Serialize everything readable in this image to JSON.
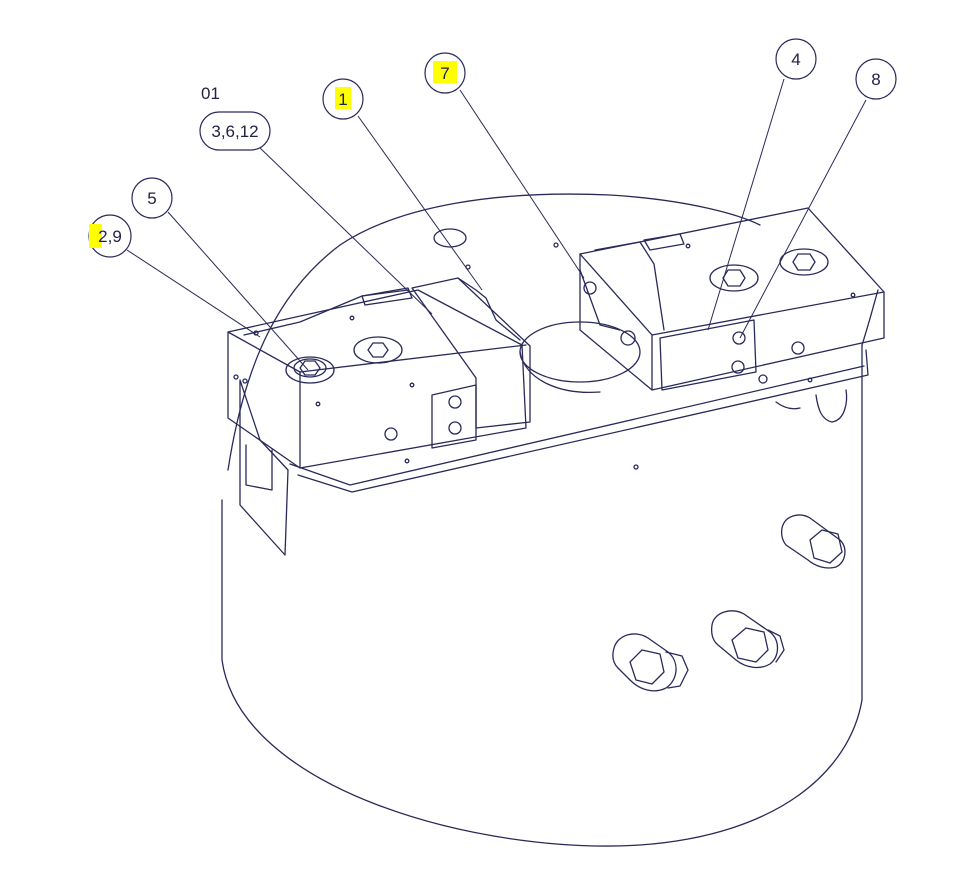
{
  "drawing": {
    "top_label": "01",
    "highlight_color": "#ffff00",
    "line_color": "#2a2a5a",
    "callouts": [
      {
        "id": "c-3-6-12",
        "text": "3,6,12",
        "highlighted": false
      },
      {
        "id": "c-1",
        "text": "1",
        "highlighted": true
      },
      {
        "id": "c-7",
        "text": "7",
        "highlighted": true
      },
      {
        "id": "c-4",
        "text": "4",
        "highlighted": false
      },
      {
        "id": "c-8",
        "text": "8",
        "highlighted": false
      },
      {
        "id": "c-5",
        "text": "5",
        "highlighted": false
      },
      {
        "id": "c-2-9",
        "text": "2,9",
        "highlighted": "partial"
      }
    ]
  }
}
